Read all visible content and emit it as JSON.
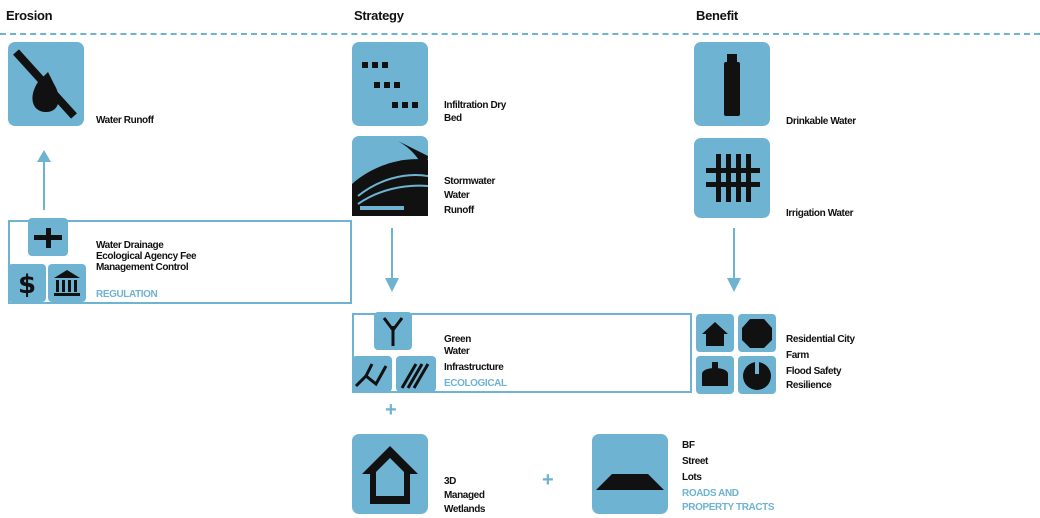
{
  "headers": {
    "column1": "Erosion",
    "column2": "Strategy",
    "column3": "Benefit"
  },
  "erosion": {
    "water_runoff_label": "Water Runoff",
    "strategy_box": {
      "line1": "Water Drainage",
      "line2": "Ecological Agency Fee",
      "line3": "Management Control",
      "tag": "REGULATION"
    }
  },
  "strategy": {
    "infiltration_label_1": "Infiltration Dry",
    "infiltration_label_2": "Bed",
    "stormwater_label_1": "Stormwater",
    "stormwater_label_2": "Water",
    "stormwater_label_3": "Runoff",
    "green_box": {
      "line1": "Green",
      "line2": "Water",
      "line3": "Infrastructure",
      "tag": "ECOLOGICAL"
    },
    "house_label_1": "3D",
    "house_label_2": "Managed",
    "house_label_3": "Wetlands",
    "road_label_1": "BF",
    "road_label_2": "Street",
    "road_label_3": "Lots",
    "road_tag_1": "ROADS AND",
    "road_tag_2": "PROPERTY TRACTS"
  },
  "benefit": {
    "drinkable_water_label": "Drinkable Water",
    "irrigation_water_label": "Irrigation Water",
    "residential_label_1": "Residential City",
    "residential_label_2": "Farm",
    "residential_label_3": "Flood Safety",
    "residential_label_4": "Resilience"
  },
  "colors": {
    "accent": "#6fb3d3",
    "ink": "#111111"
  }
}
